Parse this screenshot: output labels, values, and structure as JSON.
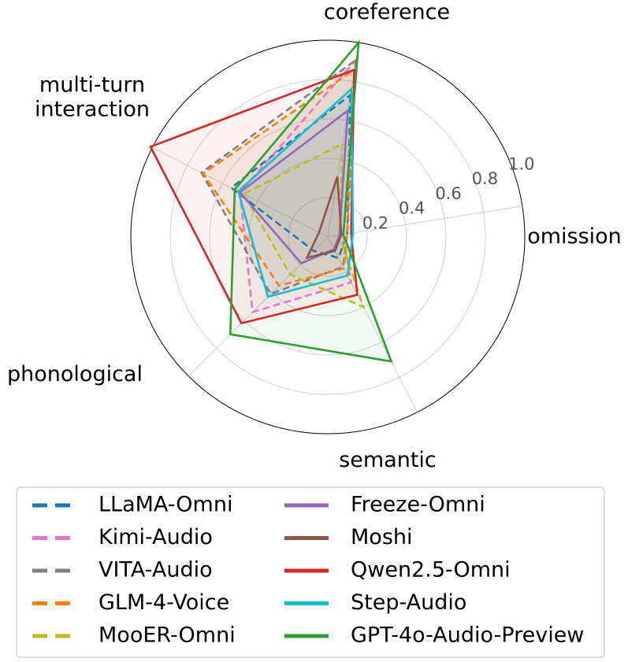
{
  "chart_data": {
    "type": "radar",
    "axes": [
      "coreference",
      "omission",
      "semantic",
      "phonological",
      "multi-turn interaction"
    ],
    "axis_label_lines": [
      [
        "coreference"
      ],
      [
        "omission"
      ],
      [
        "semantic"
      ],
      [
        "phonological"
      ],
      [
        "multi-turn",
        "interaction"
      ]
    ],
    "rlim": [
      0,
      1.0
    ],
    "rticks": [
      0.2,
      0.4,
      0.6,
      0.8,
      1.0
    ],
    "rtick_labels": [
      "0.2",
      "0.4",
      "0.6",
      "0.8",
      "1.0"
    ],
    "grid": true,
    "legend_position": "bottom",
    "series": [
      {
        "name": "LLaMA-Omni",
        "color": "#1f77b4",
        "dashed": true,
        "values": [
          0.73,
          0.1,
          0.12,
          0.1,
          0.55
        ]
      },
      {
        "name": "Kimi-Audio",
        "color": "#e377c2",
        "dashed": true,
        "values": [
          0.91,
          0.08,
          0.26,
          0.54,
          0.5
        ]
      },
      {
        "name": "VITA-Audio",
        "color": "#7f7f7f",
        "dashed": true,
        "values": [
          0.91,
          0.1,
          0.17,
          0.41,
          0.72
        ]
      },
      {
        "name": "GLM-4-Voice",
        "color": "#ff7f0e",
        "dashed": true,
        "values": [
          0.86,
          0.1,
          0.18,
          0.35,
          0.71
        ]
      },
      {
        "name": "MooER-Omni",
        "color": "#bcbd22",
        "dashed": true,
        "values": [
          0.48,
          0.06,
          0.4,
          0.27,
          0.48
        ]
      },
      {
        "name": "Freeze-Omni",
        "color": "#9467bd",
        "dashed": false,
        "values": [
          0.65,
          0.06,
          0.07,
          0.19,
          0.5
        ]
      },
      {
        "name": "Moshi",
        "color": "#8c564b",
        "dashed": false,
        "values": [
          0.31,
          0.07,
          0.08,
          0.15,
          0.05
        ]
      },
      {
        "name": "Qwen2.5-Omni",
        "color": "#d62728",
        "dashed": false,
        "values": [
          0.86,
          0.12,
          0.33,
          0.62,
          1.01
        ]
      },
      {
        "name": "Step-Audio",
        "color": "#17becf",
        "dashed": false,
        "values": [
          0.76,
          0.13,
          0.22,
          0.43,
          0.51
        ]
      },
      {
        "name": "GPT-4o-Audio-Preview",
        "color": "#2ca02c",
        "dashed": false,
        "values": [
          1.0,
          0.08,
          0.71,
          0.7,
          0.53
        ]
      }
    ]
  }
}
